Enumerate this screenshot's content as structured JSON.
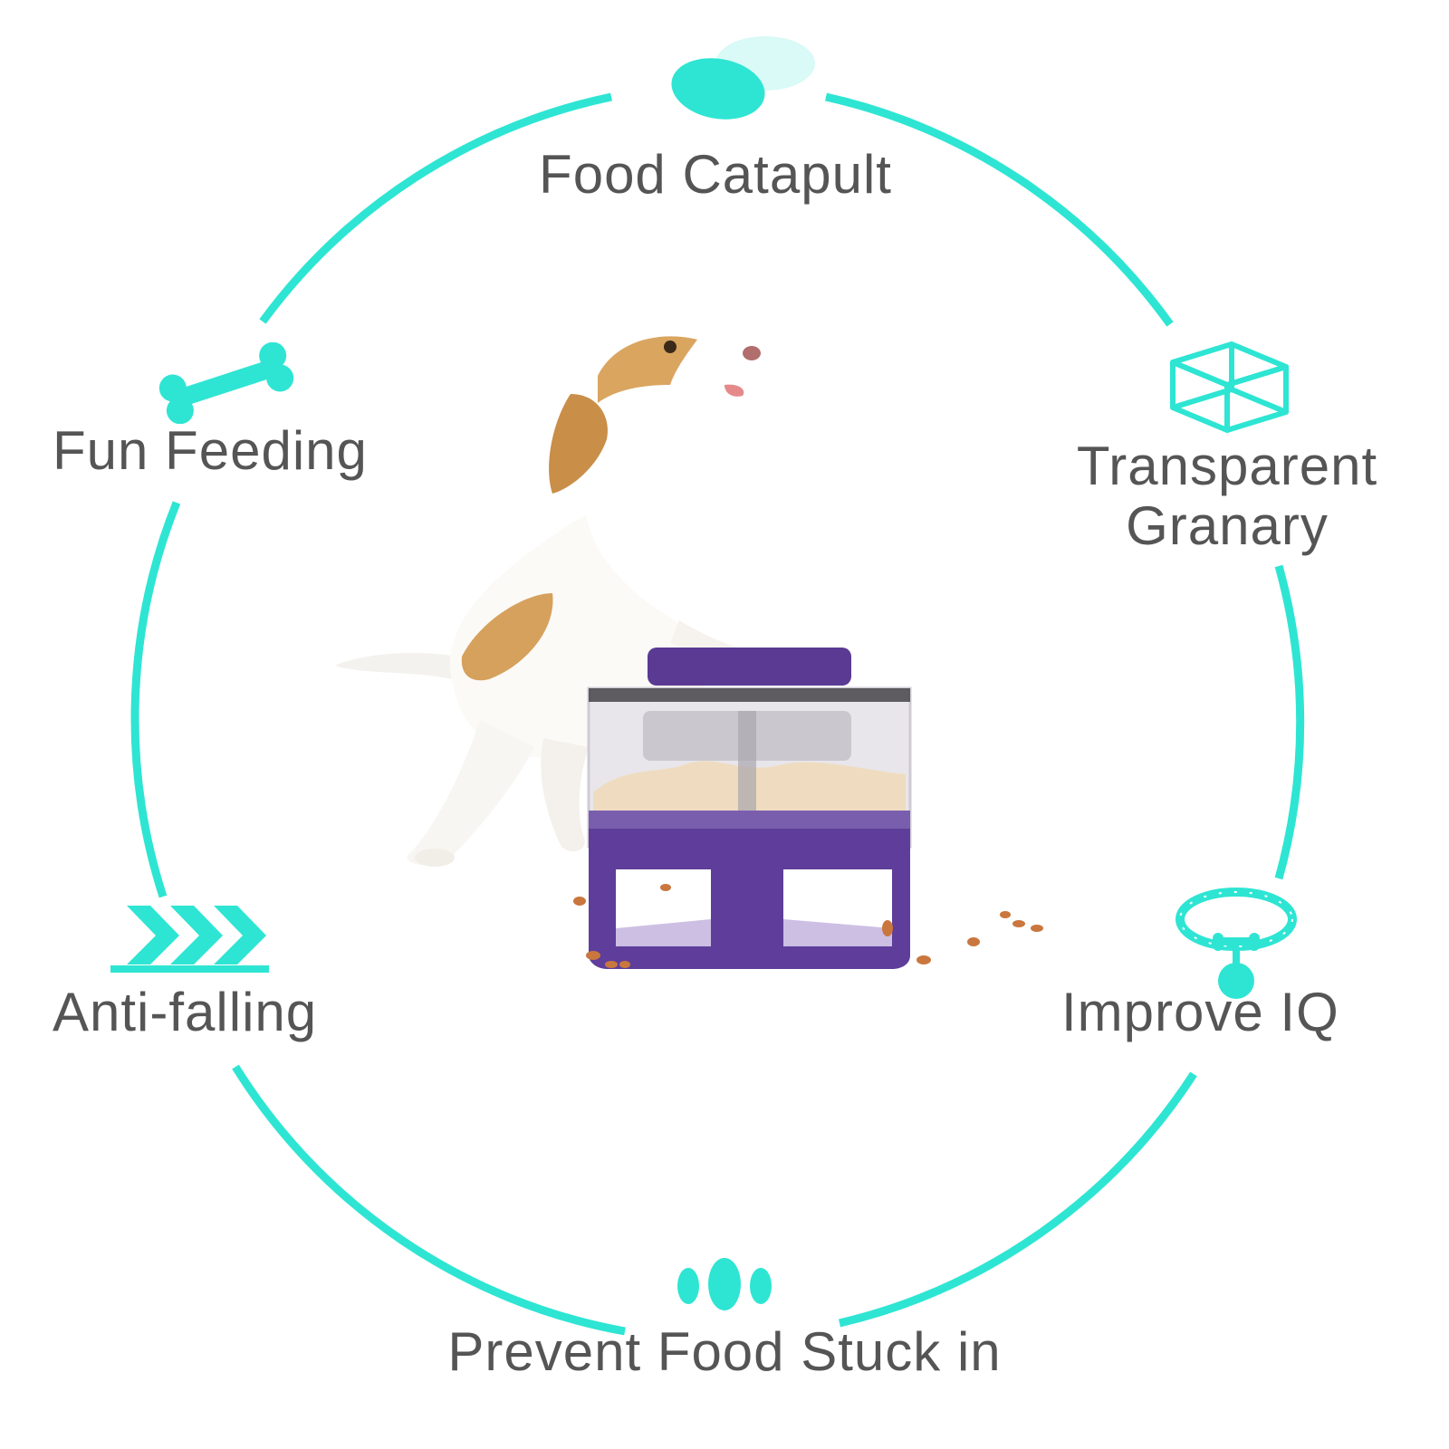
{
  "accent_color": "#2EE5D3",
  "text_color": "#555555",
  "features": {
    "food_catapult": "Food Catapult",
    "transparent_granary_line1": "Transparent",
    "transparent_granary_line2": "Granary",
    "fun_feeding": "Fun Feeding",
    "improve_iq": "Improve IQ",
    "anti_falling": "Anti-falling",
    "prevent_food_stuck": "Prevent Food Stuck in"
  },
  "icons": {
    "food_catapult": "flying-disc-icon",
    "transparent_granary": "cube-outline-icon",
    "fun_feeding": "bone-icon",
    "improve_iq": "pet-collar-icon",
    "anti_falling": "chevrons-right-icon",
    "prevent_food_stuck": "three-dots-icon"
  },
  "product": {
    "body_color": "#5E3E9A",
    "lid_color": "#5A3A93"
  }
}
